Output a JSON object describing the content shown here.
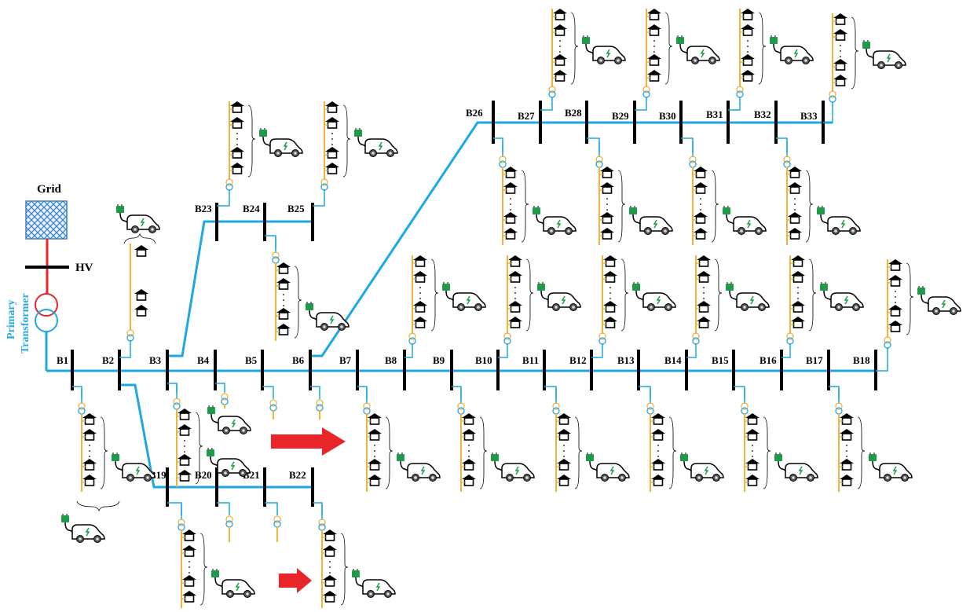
{
  "labels": {
    "grid": "Grid",
    "hv": "HV",
    "primary_transformer_line1": "Primary",
    "primary_transformer_line2": "Transformer"
  },
  "buses": [
    "B1",
    "B2",
    "B3",
    "B4",
    "B5",
    "B6",
    "B7",
    "B8",
    "B9",
    "B10",
    "B11",
    "B12",
    "B13",
    "B14",
    "B15",
    "B16",
    "B17",
    "B18",
    "B19",
    "B20",
    "B21",
    "B22",
    "B23",
    "B24",
    "B25",
    "B26",
    "B27",
    "B28",
    "B29",
    "B30",
    "B31",
    "B32",
    "B33"
  ],
  "colors": {
    "feeder_line": "#1ea7e1",
    "lv_line": "#f0b43c",
    "hv_line": "#e8262a",
    "bus_bar": "#000000",
    "grid_pattern": "#3b7fc4",
    "ev_plug": "#1f9a4a",
    "arrow": "#e8262a"
  },
  "icons": [
    "grid-icon",
    "transformer-icon",
    "house-icon",
    "electric-vehicle-icon",
    "ev-charger-plug-icon",
    "arrow-icon"
  ]
}
